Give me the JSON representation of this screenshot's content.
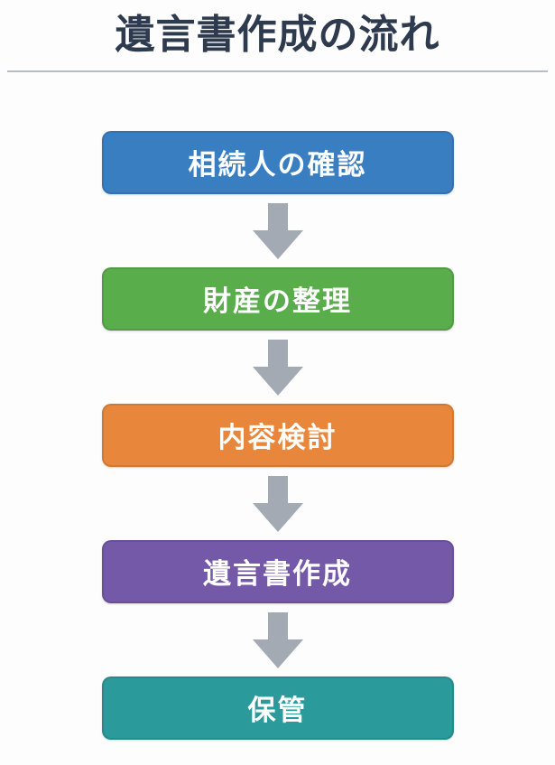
{
  "page": {
    "title": "遺言書作成の流れ",
    "title_color": "#2e3a4e",
    "background_color": "#fdfdfd",
    "divider_color": "#b7bcc4",
    "arrow_color": "#a4aab4"
  },
  "flow": {
    "type": "flowchart",
    "direction": "top-to-bottom",
    "steps": [
      {
        "label": "相続人の確認",
        "color": "#3a7ec2"
      },
      {
        "label": "財産の整理",
        "color": "#5aad4b"
      },
      {
        "label": "内容検討",
        "color": "#e8873b"
      },
      {
        "label": "遺言書作成",
        "color": "#7459a8"
      },
      {
        "label": "保管",
        "color": "#2a9a9a"
      }
    ]
  }
}
